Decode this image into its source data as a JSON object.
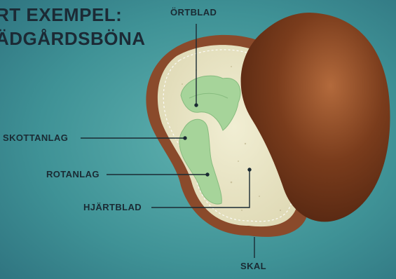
{
  "title": {
    "line1": "RT EXEMPEL:",
    "line2": "ÄDGÅRDSBÖNA"
  },
  "labels": {
    "ortblad": "ÖRTBLAD",
    "skottanlag": "SKOTTANLAG",
    "rotanlag": "ROTANLAG",
    "hjartblad": "HJÄRTBLAD",
    "skal": "SKAL"
  },
  "colors": {
    "background": "#3f8f93",
    "seed_coat": "#8a4a2b",
    "whole_bean": "#6e3518",
    "cotyledon": "#e9e5c6",
    "embryo_green": "#a6d49a",
    "title_text": "#1c2a35"
  }
}
